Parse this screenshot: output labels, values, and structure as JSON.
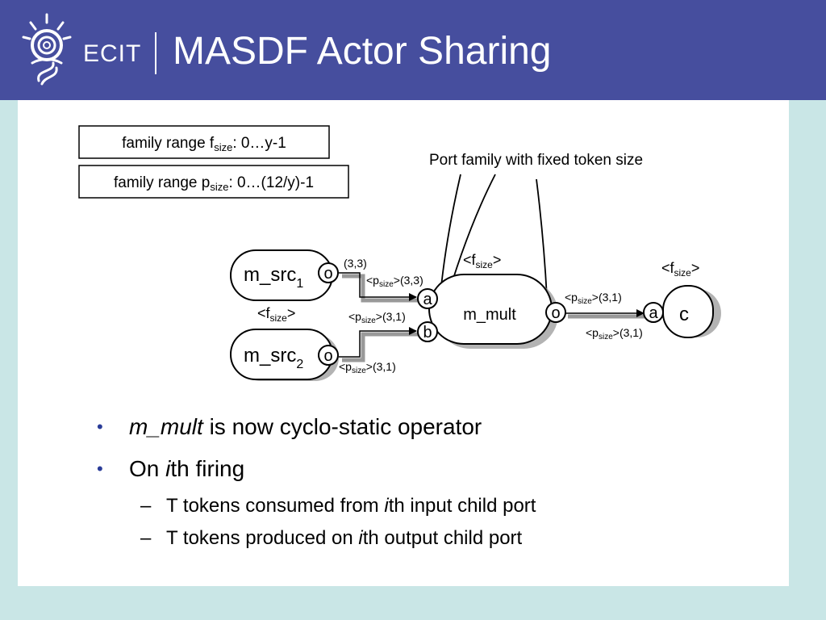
{
  "header": {
    "logo_text": "ECIT",
    "title": "MASDF Actor Sharing",
    "background_color": "#464e9e"
  },
  "diagram": {
    "range_box_1": {
      "prefix": "family range f",
      "sub": "size",
      "suffix": ": 0…y-1"
    },
    "range_box_2": {
      "prefix": "family range p",
      "sub": "size",
      "suffix": ": 0…(12/y)-1"
    },
    "annotation": "Port family with fixed token size",
    "actors": {
      "m_src1": {
        "name": "m_src",
        "sub": "1",
        "port": "o"
      },
      "m_src2": {
        "name": "m_src",
        "sub": "2",
        "port": "o"
      },
      "m_mult": {
        "name": "m_mult",
        "port_in_a": "a",
        "port_in_b": "b",
        "port_out": "o"
      },
      "c": {
        "name": "c",
        "port_in": "a"
      }
    },
    "family_labels": {
      "src_family": {
        "prefix": "<f",
        "sub": "size",
        "suffix": ">"
      },
      "mult_family": {
        "prefix": "<f",
        "sub": "size",
        "suffix": ">"
      },
      "c_family": {
        "prefix": "<f",
        "sub": "size",
        "suffix": ">"
      }
    },
    "rates": {
      "src1_out": "(3,3)",
      "mult_a_in": {
        "prefix": "<p",
        "sub": "size",
        "suffix": ">(3,3)"
      },
      "mult_b_in": {
        "prefix": "<p",
        "sub": "size",
        "suffix": ">(3,1)"
      },
      "src2_out": {
        "prefix": "<p",
        "sub": "size",
        "suffix": ">(3,1)"
      },
      "mult_out": {
        "prefix": "<p",
        "sub": "size",
        "suffix": ">(3,1)"
      },
      "c_in": {
        "prefix": "<p",
        "sub": "size",
        "suffix": ">(3,1)"
      }
    }
  },
  "bullets": [
    {
      "italic": "m_mult",
      "rest": " is now cyclo-static operator"
    },
    {
      "pre": "On ",
      "italic": "i",
      "rest": "th firing"
    }
  ],
  "sub_bullets": [
    {
      "pre": "T tokens consumed from ",
      "italic": "i",
      "rest": "th input child port"
    },
    {
      "pre": "T tokens produced on ",
      "italic": "i",
      "rest": "th output child port"
    }
  ]
}
